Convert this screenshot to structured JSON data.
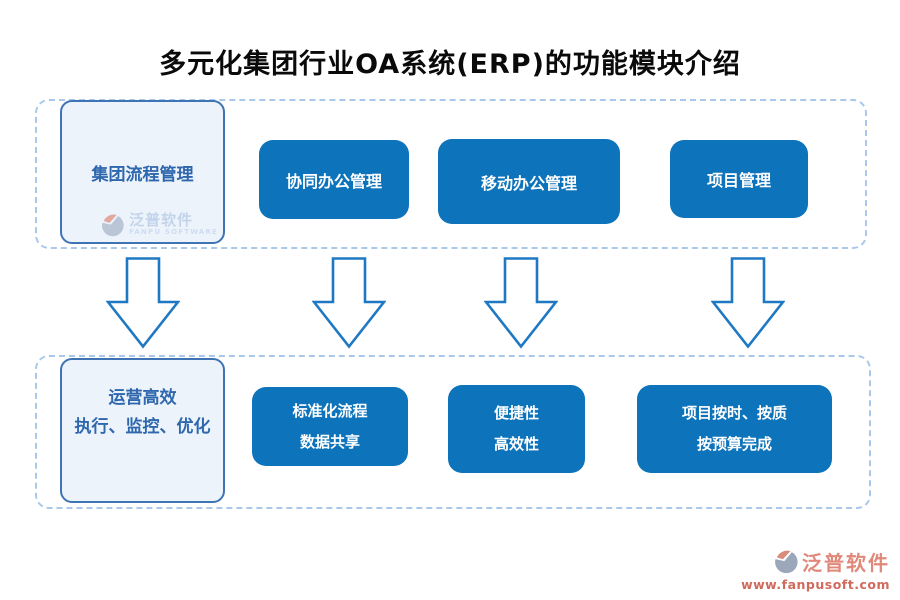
{
  "title": "多元化集团行业OA系统(ERP)的功能模块介绍",
  "colors": {
    "module_blue": "#0d73ba",
    "lead_box_bg": "#ecf3fb",
    "lead_box_border": "#3e73b4",
    "lead_box_text": "#2f67ae",
    "dashed_border": "#a9c8ea",
    "arrow_stroke": "#1e78c4",
    "title_color": "#0a0a0a",
    "brand_salmon": "#e0897a",
    "brand_url_red": "#cf6a5c",
    "logo_gray": "#9aa8ba"
  },
  "top_row": {
    "lead_box": {
      "label": "集团流程管理"
    },
    "modules": [
      {
        "label": "协同办公管理"
      },
      {
        "label": "移动办公管理"
      },
      {
        "label": "项目管理"
      }
    ]
  },
  "bottom_row": {
    "lead_box": {
      "lines": [
        "运营高效",
        "执行、监控、优化"
      ]
    },
    "benefits": [
      {
        "lines": [
          "标准化流程",
          "数据共享"
        ]
      },
      {
        "lines": [
          "便捷性",
          "高效性"
        ]
      },
      {
        "lines": [
          "项目按时、按质",
          "按预算完成"
        ]
      }
    ]
  },
  "watermark": {
    "name": "泛普软件",
    "subtitle": "FANPU SOFTWARE"
  },
  "footer": {
    "brand": "泛普软件",
    "url": "www.fanpusoft.com"
  }
}
